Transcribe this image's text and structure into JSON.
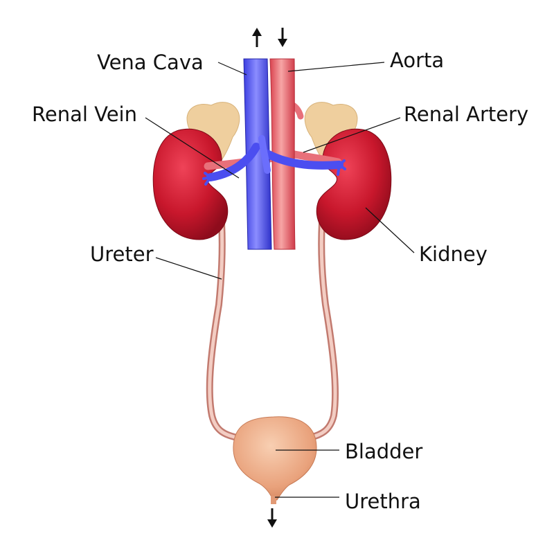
{
  "labels": {
    "vena_cava": "Vena Cava",
    "aorta": "Aorta",
    "renal_vein": "Renal Vein",
    "renal_artery": "Renal Artery",
    "ureter": "Ureter",
    "kidney": "Kidney",
    "bladder": "Bladder",
    "urethra": "Urethra"
  },
  "colors": {
    "vein": "#4a4df2",
    "artery": "#e8606a",
    "kidney": "#c8172c",
    "adrenal": "#f0d2a4",
    "ureter": "#e6b0a4",
    "bladder": "#e9a27c",
    "leader_line": "#111111"
  }
}
